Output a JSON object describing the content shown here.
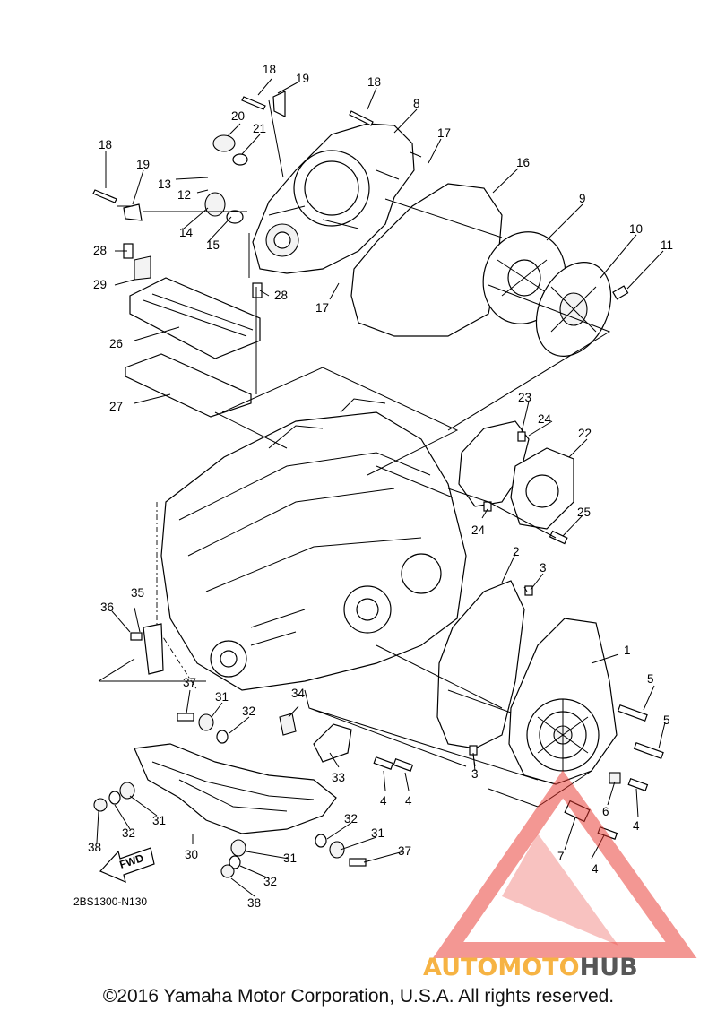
{
  "diagram": {
    "part_code": "2BS1300-N130",
    "fwd_label": "FWD",
    "callouts": {
      "c1": "1",
      "c2": "2",
      "c3a": "3",
      "c3b": "3",
      "c4a": "4",
      "c4b": "4",
      "c4c": "4",
      "c4d": "4",
      "c5a": "5",
      "c5b": "5",
      "c6": "6",
      "c7": "7",
      "c8": "8",
      "c9": "9",
      "c10": "10",
      "c11": "11",
      "c12": "12",
      "c13": "13",
      "c14": "14",
      "c15": "15",
      "c16": "16",
      "c17a": "17",
      "c17b": "17",
      "c18a": "18",
      "c18b": "18",
      "c18c": "18",
      "c19a": "19",
      "c19b": "19",
      "c20": "20",
      "c21": "21",
      "c22": "22",
      "c23": "23",
      "c24a": "24",
      "c24b": "24",
      "c25": "25",
      "c26": "26",
      "c27": "27",
      "c28a": "28",
      "c28b": "28",
      "c29": "29",
      "c30": "30",
      "c31a": "31",
      "c31b": "31",
      "c31c": "31",
      "c31d": "31",
      "c32a": "32",
      "c32b": "32",
      "c32c": "32",
      "c32d": "32",
      "c33": "33",
      "c34": "34",
      "c35": "35",
      "c36": "36",
      "c37a": "37",
      "c37b": "37",
      "c38a": "38",
      "c38b": "38"
    }
  },
  "watermark": {
    "text_part1": "AUTOMOTO",
    "text_part2": "HUB",
    "color_primary": "#e8342c",
    "color_secondary": "#f5a623",
    "color_dark": "#3a3a3a"
  },
  "footer": {
    "copyright": "©2016 Yamaha Motor Corporation, U.S.A. All rights reserved."
  }
}
